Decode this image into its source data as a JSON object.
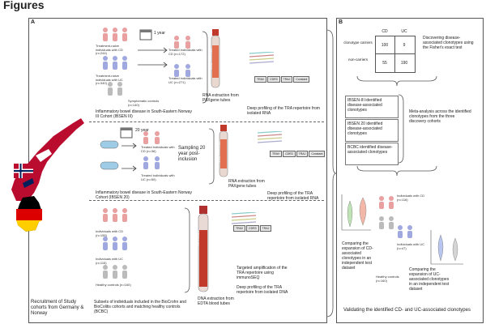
{
  "page_title": "Figures",
  "panel_a": {
    "label": "A",
    "cohort1": {
      "treatment_cd": "Treatment-naive individuals with CD (n=244)",
      "treatment_uc": "Treatment-naive individuals with UC (n=340)",
      "symptomatic": "Symptomatic controls (n=140)",
      "followup": "1 year",
      "treated_cd": "Treated individuals with CD (n=172)",
      "treated_uc": "Treated individuals with UC (n=271)",
      "rna": "RNA extraction from PAXgene tubes",
      "tube": "PAXgene RNA",
      "profiling": "Deep profiling of the TRA repertoire from isolated RNA",
      "cohort_name": "Inflammatory bowel disease in South-Eastern Norway III Cohort (IBSEN III)"
    },
    "cohort2": {
      "followup": "20 year",
      "treated_cd": "Treated individuals with CD (n=36)",
      "treated_uc": "Treated individuals with UC (n=50)",
      "sampling": "Sampling 20 year post-inclusion",
      "rna": "RNA extraction from PAXgene tubes",
      "tube": "PAXgene RNA",
      "profiling": "Deep profiling of the TRA repertoire from isolated RNA",
      "cohort_name": "Inflammatory bowel disease in South-Eastern Norway Cohort (IBSEN 20)"
    },
    "cohort3": {
      "cd": "Individuals with CD (n=155)",
      "uc": "Individuals with UC (n=115)",
      "healthy": "Healthy controls (n=160)",
      "tube": "EDTA tube",
      "dna": "DNA extraction from EDTA blood tubes",
      "amplification": "Targeted amplification of the TRA repertoire using immunoSEQ",
      "profiling": "Deep profiling of the TRA repertoire from isolated DNA",
      "subsets": "Subsets of individuals included in the BioCrohn and BioColitis cohorts and matching healthy controls (BCBC)"
    },
    "tra_segments": [
      "TRAV",
      "CDR3",
      "TRAJ",
      "Constant"
    ],
    "recruitment": "Recruitment of Study cohorts from Germany & Norway"
  },
  "panel_b": {
    "label": "B",
    "table": {
      "col_headers": [
        "CD",
        "UC"
      ],
      "row_headers": [
        "clonotype carriers",
        "non-carriers"
      ],
      "values": [
        [
          "100",
          "9"
        ],
        [
          "55",
          "190"
        ]
      ]
    },
    "fisher": "Discovering disease-associated clonotypes using the Fisher's exact test",
    "boxes": [
      "IBSEN-III identified disease-associated clonotypes",
      "IBSEN 20 identified disease-associated clonotypes",
      "BCBC identified disease-associated clonotypes"
    ],
    "meta": "Meta-analysis across the identified clonotypes from the three discovery cohorts",
    "cd_n": "Individuals with CD (n=116)",
    "uc_n": "Individuals with UC (n=47)",
    "healthy_n": "Healthy controls (n=160)",
    "compare_cd": "Comparing the expansion of CD-associated clonotypes in an independent test dataset",
    "compare_uc": "Comparing the expansion of UC-associated clonotypes in an independent test dataset",
    "validation": "Validating the identified CD- and UC-associated clonotypes"
  },
  "colors": {
    "norway_red": "#ba0c2f",
    "norway_blue": "#00205b",
    "tube_red": "#c0392b",
    "person_cd": "#e8a0a0",
    "person_uc": "#a0a8e0",
    "person_ctrl": "#bbbbbb"
  }
}
